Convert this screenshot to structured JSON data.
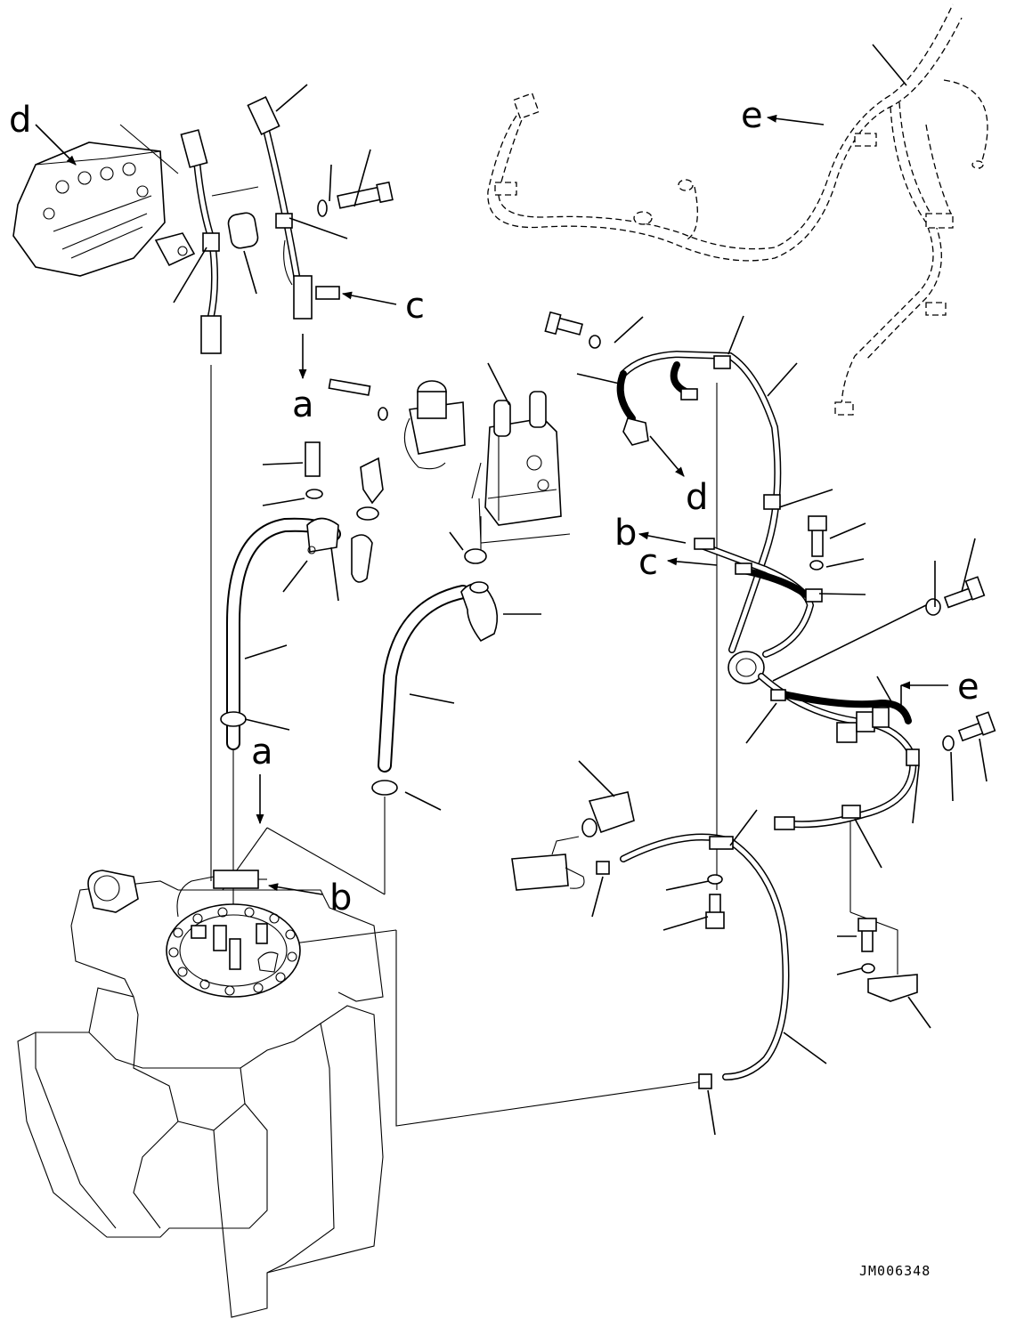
{
  "drawing": {
    "code": "JM006348",
    "callouts": [
      {
        "id": "d1",
        "letter": "d"
      },
      {
        "id": "e1",
        "letter": "e"
      },
      {
        "id": "c1",
        "letter": "c"
      },
      {
        "id": "a1",
        "letter": "a"
      },
      {
        "id": "d2",
        "letter": "d"
      },
      {
        "id": "b1",
        "letter": "b"
      },
      {
        "id": "c2",
        "letter": "c"
      },
      {
        "id": "e2",
        "letter": "e"
      },
      {
        "id": "a2",
        "letter": "a"
      },
      {
        "id": "b2",
        "letter": "b"
      }
    ]
  }
}
